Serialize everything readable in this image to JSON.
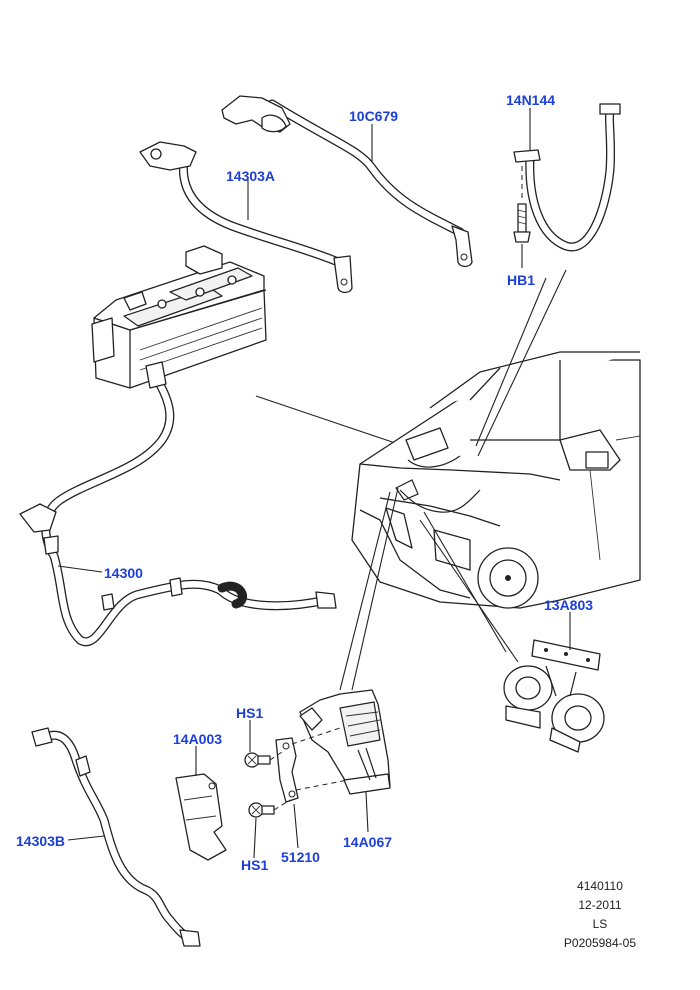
{
  "callouts": {
    "c10C679": "10C679",
    "c14N144": "14N144",
    "c14303A": "14303A",
    "cHB1": "HB1",
    "c14300": "14300",
    "c13A803": "13A803",
    "cHS1a": "HS1",
    "c14A003": "14A003",
    "c14303B": "14303B",
    "c51210": "51210",
    "c14A067": "14A067",
    "cHS1b": "HS1"
  },
  "footer": {
    "code": "4140110",
    "date": "12-2011",
    "region": "LS",
    "ref": "P0205984-05"
  },
  "colors": {
    "callout_text": "#1b3fd8",
    "line_art": "#222222",
    "background": "#ffffff"
  }
}
